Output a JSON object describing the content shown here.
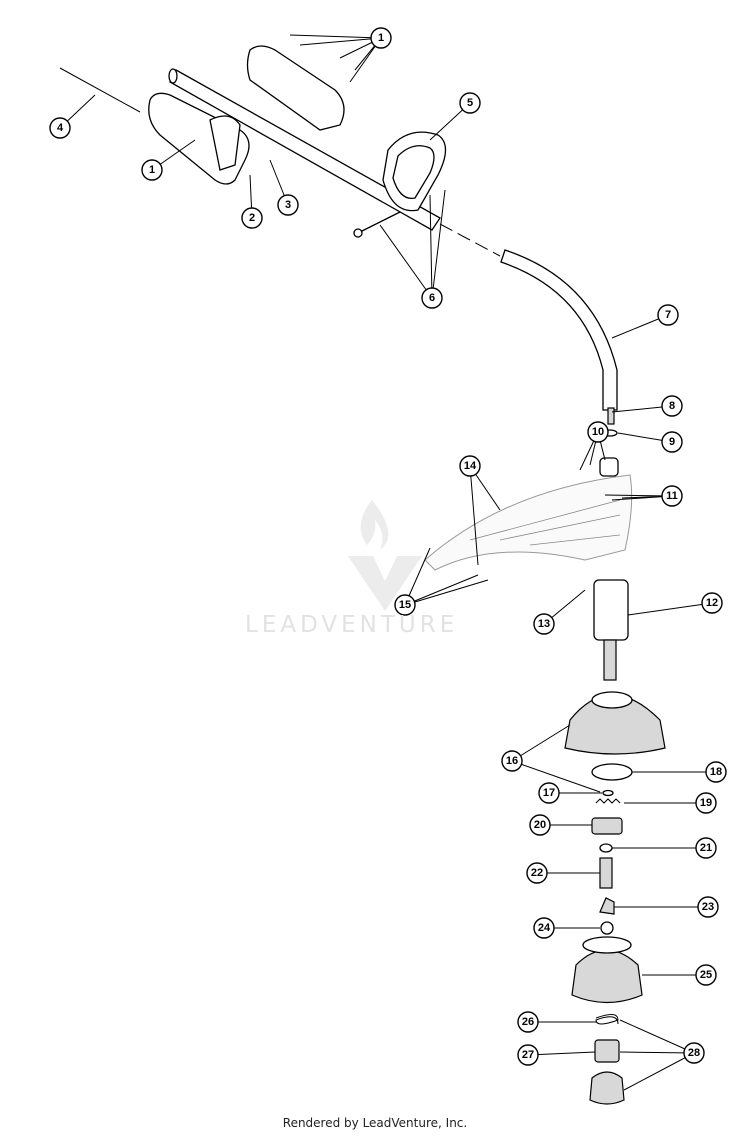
{
  "diagram": {
    "callouts": [
      "1",
      "1",
      "2",
      "3",
      "4",
      "5",
      "6",
      "7",
      "8",
      "9",
      "10",
      "11",
      "12",
      "13",
      "14",
      "15",
      "16",
      "17",
      "18",
      "19",
      "20",
      "21",
      "22",
      "23",
      "24",
      "25",
      "26",
      "27",
      "28"
    ],
    "watermark": "LEADVENTURE",
    "footer": "Rendered by LeadVenture, Inc."
  }
}
